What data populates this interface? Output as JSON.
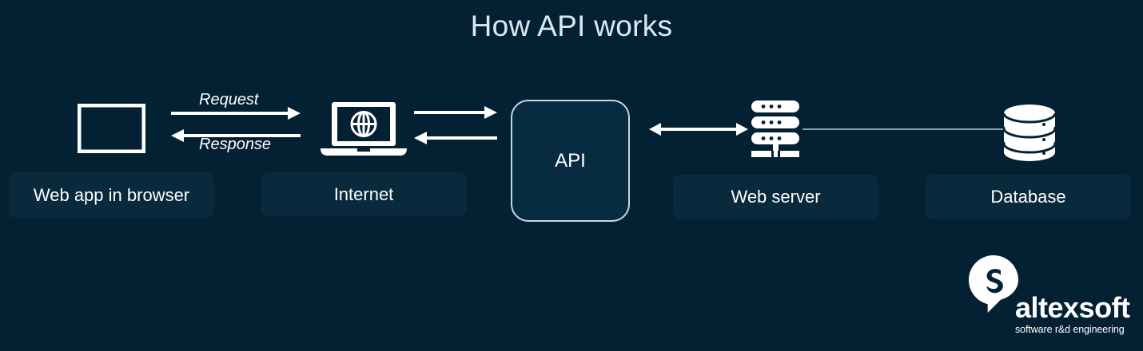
{
  "page": {
    "title": "How API works",
    "background_color": "#042133",
    "accent_color": "#ffffff",
    "chip_color": "#09293d"
  },
  "nodes": [
    {
      "id": "browser",
      "label": "Web app in browser",
      "icon": "browser-window-icon"
    },
    {
      "id": "internet",
      "label": "Internet",
      "icon": "laptop-globe-icon"
    },
    {
      "id": "api",
      "label": "API",
      "icon": "rounded-box"
    },
    {
      "id": "server",
      "label": "Web server",
      "icon": "server-rack-icon"
    },
    {
      "id": "database",
      "label": "Database",
      "icon": "database-cylinder-icon"
    }
  ],
  "connectors": [
    {
      "id": "browser-to-internet",
      "caption": "Request",
      "direction": "right",
      "from": "browser",
      "to": "internet"
    },
    {
      "id": "internet-to-browser",
      "caption": "Response",
      "direction": "left",
      "from": "internet",
      "to": "browser"
    },
    {
      "id": "internet-to-api",
      "caption": "",
      "direction": "right",
      "from": "internet",
      "to": "api"
    },
    {
      "id": "api-to-internet",
      "caption": "",
      "direction": "left",
      "from": "api",
      "to": "internet"
    },
    {
      "id": "api-to-server",
      "caption": "",
      "direction": "both",
      "from": "api",
      "to": "server"
    },
    {
      "id": "server-to-database",
      "caption": "",
      "direction": "none",
      "from": "server",
      "to": "database"
    }
  ],
  "logo": {
    "wordmark": "altexsoft",
    "tagline": "software r&d engineering"
  }
}
